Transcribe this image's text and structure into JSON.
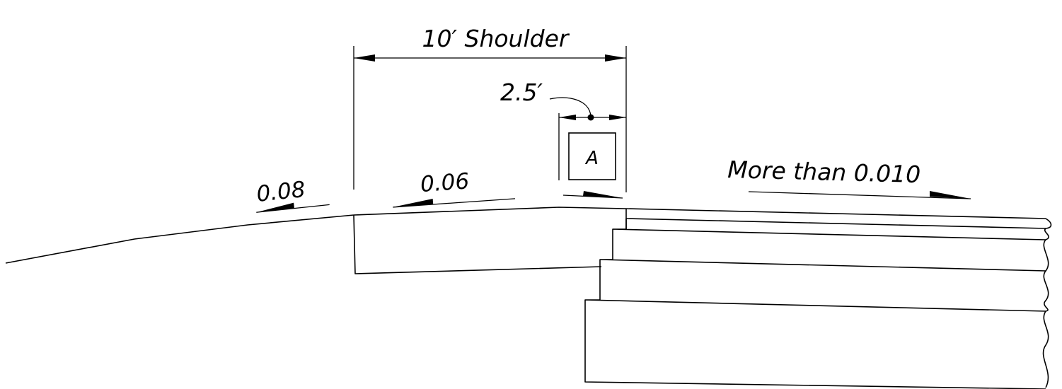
{
  "labels": {
    "shoulder_width": "10′ Shoulder",
    "offset": "2.5′",
    "slope_outer": "0.08",
    "slope_shoulder": "0.06",
    "slope_pavement": "More than 0.010",
    "detail_tag": "A"
  },
  "colors": {
    "ink": "#000000",
    "paper": "#ffffff"
  }
}
